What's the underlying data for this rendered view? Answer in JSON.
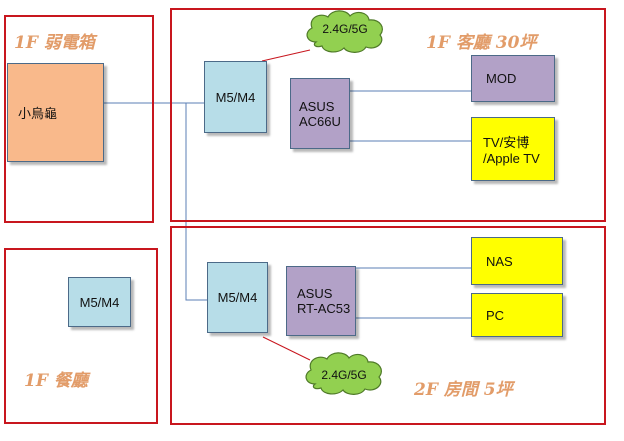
{
  "zones": {
    "weak_box": "1F 弱電箱",
    "living_room": "1F 客廳 30坪",
    "dining_room": "1F 餐廳",
    "room_2f": "2F 房間 5坪"
  },
  "devices": {
    "modem": "小烏龜",
    "m5_living": "M5/M4",
    "asus_ac66u_line1": "ASUS",
    "asus_ac66u_line2": "AC66U",
    "mod": "MOD",
    "tv_line1": "TV/安博",
    "tv_line2": "/Apple TV",
    "m5_dining": "M5/M4",
    "m5_room": "M5/M4",
    "asus_ac53_line1": "ASUS",
    "asus_ac53_line2": "RT-AC53",
    "nas": "NAS",
    "pc": "PC"
  },
  "wifi": {
    "living": "2.4G/5G",
    "room": "2.4G/5G"
  },
  "colors": {
    "zone_border": "#c8161e",
    "zone_label": "#e29c69",
    "wire": "#5b7fb5",
    "wifi_link": "#c8161e",
    "cloud_fill": "#92d050"
  }
}
